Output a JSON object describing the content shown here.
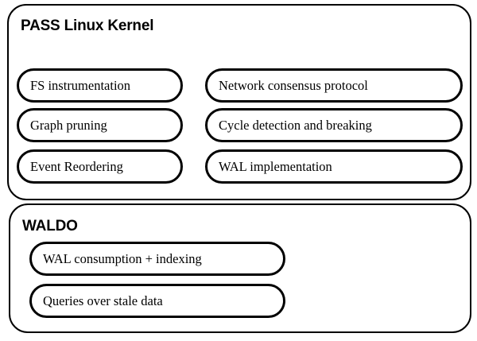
{
  "pass_kernel": {
    "title": "PASS Linux Kernel",
    "components": [
      "FS instrumentation",
      "Graph pruning",
      "Event Reordering",
      "Network consensus protocol",
      "Cycle detection and breaking",
      "WAL implementation"
    ]
  },
  "waldo": {
    "title": "WALDO",
    "components": [
      "WAL consumption + indexing",
      "Queries over stale data"
    ]
  },
  "colors": {
    "stroke": "#000000",
    "fill": "#ffffff"
  }
}
